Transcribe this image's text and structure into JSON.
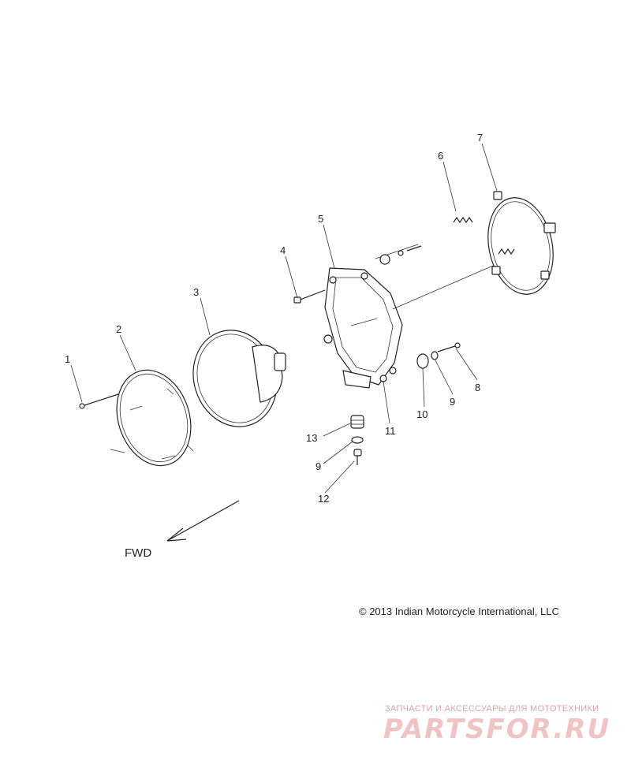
{
  "callouts": {
    "c1": "1",
    "c2": "2",
    "c3": "3",
    "c4": "4",
    "c5": "5",
    "c6": "6",
    "c7": "7",
    "c8": "8",
    "c9a": "9",
    "c9b": "9",
    "c10": "10",
    "c11": "11",
    "c12": "12",
    "c13": "13"
  },
  "direction_label": "FWD",
  "copyright": "© 2013 Indian Motorcycle International, LLC",
  "watermark": {
    "tagline": "ЗАПЧАСТИ И АКСЕССУАРЫ ДЛЯ МОТОТЕХНИКИ",
    "logo": "PARTSFOR.RU"
  },
  "colors": {
    "line": "#222222",
    "watermark": "#e8a0a0"
  }
}
